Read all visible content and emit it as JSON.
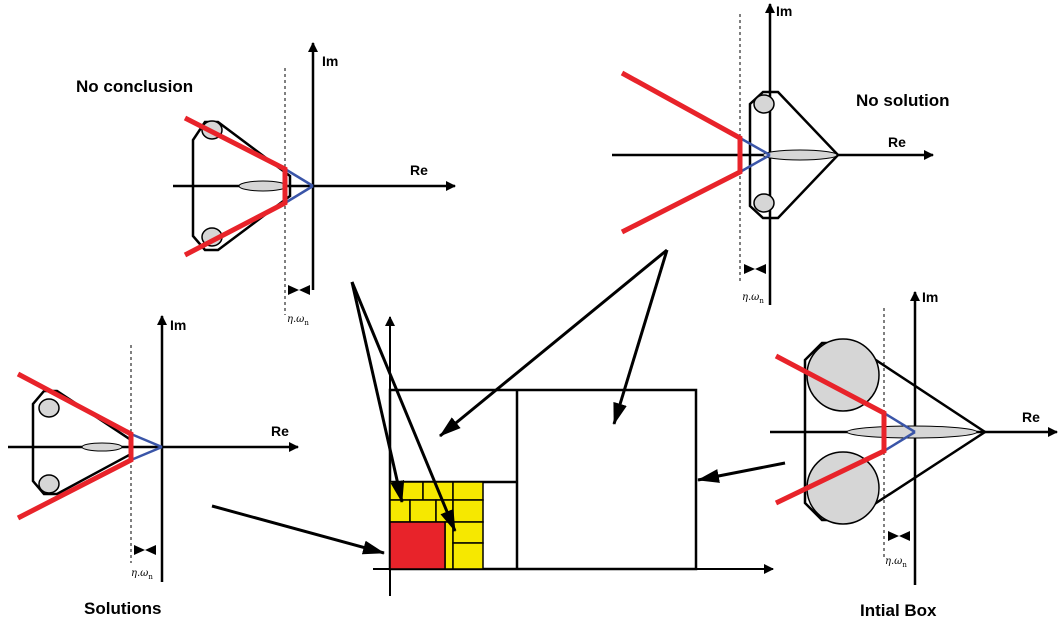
{
  "captions": {
    "no_conclusion": "No conclusion",
    "no_solution": "No solution",
    "solutions": "Solutions",
    "initial_box": "Intial Box"
  },
  "axis_labels": {
    "real": "Re",
    "imag": "Im"
  },
  "margin_label": {
    "eta": "η.ω",
    "sub": "n"
  },
  "colors": {
    "red": "#e8232a",
    "blue": "#3a55a8",
    "yellow": "#f6e800",
    "grey": "#d6d6d6",
    "outline": "#000000"
  },
  "icons": [
    "double-arrow-icon"
  ]
}
